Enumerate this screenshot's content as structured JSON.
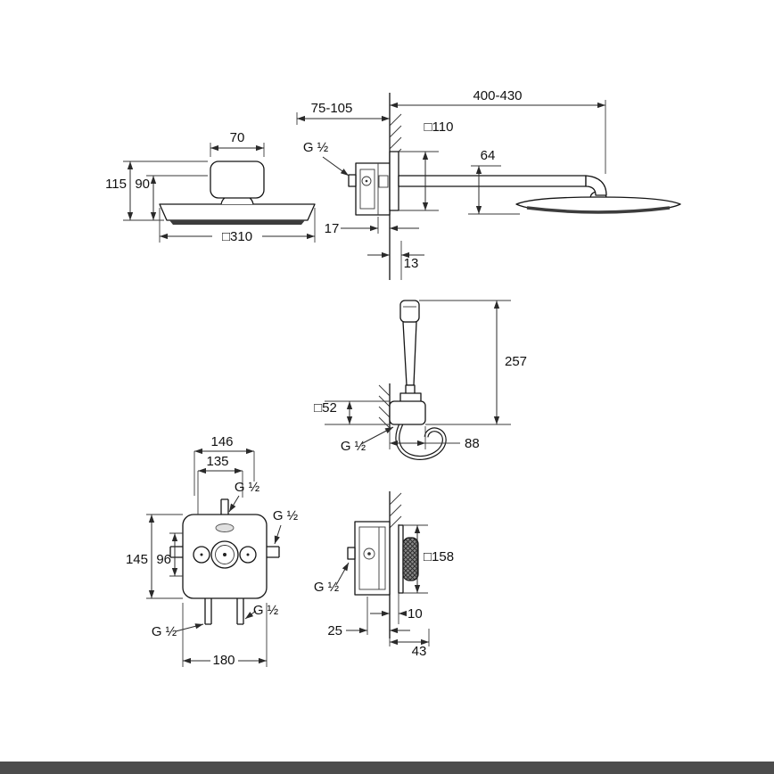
{
  "page": {
    "background": "#ffffff",
    "footer_bar_color": "#4c4c4c"
  },
  "head_front_view": {
    "bracket_width": "70",
    "total_height": "115",
    "body_height": "90",
    "head_width": "□310"
  },
  "wall_section_view": {
    "install_depth_range": "75-105",
    "inlet_thread": "G ½",
    "escutcheon_depth": "17",
    "tile_offset": "13"
  },
  "arm_side_view": {
    "arm_length_range": "400-430",
    "wall_plate": "□110",
    "head_height": "64"
  },
  "hand_shower_view": {
    "overall_height": "257",
    "outlet_plate": "□52",
    "outlet_thread": "G ½",
    "projection": "88"
  },
  "trim_front_view": {
    "port_span_outer": "146",
    "port_span_inner": "135",
    "top_thread": "G ½",
    "right_thread": "G ½",
    "plate_height": "145",
    "button_span": "96",
    "bottom_right_thread": "G ½",
    "bottom_left_thread": "G ½",
    "bottom_span": "180"
  },
  "valve_section_view": {
    "inlet_thread": "G ½",
    "plate_size": "□158",
    "tile_thickness": "10",
    "depth_behind_wall": "25",
    "depth_in_front": "43"
  }
}
